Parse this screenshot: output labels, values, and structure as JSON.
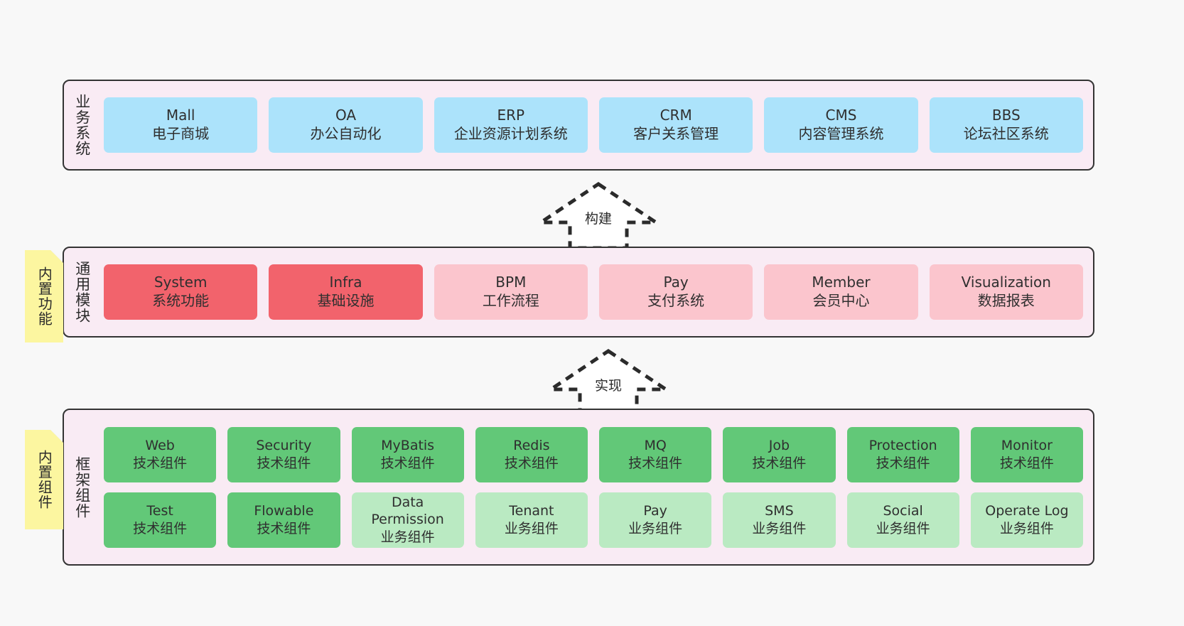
{
  "diagram": {
    "title_hidden": "",
    "palette": {
      "band_bg": "#f9ebf4",
      "band_border": "#333333",
      "business_cell": "#ace3fb",
      "module_primary": "#f2636c",
      "module_secondary": "#fbc5cd",
      "component_tech": "#62c878",
      "component_business": "#baeac2",
      "tab_bg": "#fcf6a0",
      "tab_fold": "#c9c9c9",
      "page_bg": "#f8f8f8"
    }
  },
  "tabs": [
    {
      "name": "builtin-function",
      "label": "内置功能"
    },
    {
      "name": "builtin-component",
      "label": "内置组件"
    }
  ],
  "arrows": [
    {
      "name": "build-arrow",
      "label": "构建",
      "direction": "up",
      "style": "dashed-hollow-block"
    },
    {
      "name": "implement-arrow",
      "label": "实现",
      "direction": "up",
      "style": "dashed-hollow-block"
    }
  ],
  "bands": {
    "business": {
      "title": "业务系统",
      "cells": [
        {
          "en": "Mall",
          "cn": "电子商城",
          "color": "#ace3fb"
        },
        {
          "en": "OA",
          "cn": "办公自动化",
          "color": "#ace3fb"
        },
        {
          "en": "ERP",
          "cn": "企业资源计划系统",
          "color": "#ace3fb"
        },
        {
          "en": "CRM",
          "cn": "客户关系管理",
          "color": "#ace3fb"
        },
        {
          "en": "CMS",
          "cn": "内容管理系统",
          "color": "#ace3fb"
        },
        {
          "en": "BBS",
          "cn": "论坛社区系统",
          "color": "#ace3fb"
        }
      ]
    },
    "modules": {
      "title": "通用模块",
      "cells": [
        {
          "en": "System",
          "cn": "系统功能",
          "color": "#f2636c"
        },
        {
          "en": "Infra",
          "cn": "基础设施",
          "color": "#f2636c"
        },
        {
          "en": "BPM",
          "cn": "工作流程",
          "color": "#fbc5cd"
        },
        {
          "en": "Pay",
          "cn": "支付系统",
          "color": "#fbc5cd"
        },
        {
          "en": "Member",
          "cn": "会员中心",
          "color": "#fbc5cd"
        },
        {
          "en": "Visualization",
          "cn": "数据报表",
          "color": "#fbc5cd"
        }
      ]
    },
    "framework": {
      "title": "框架组件",
      "rows": [
        [
          {
            "en": "Web",
            "cn": "技术组件",
            "color": "#62c878"
          },
          {
            "en": "Security",
            "cn": "技术组件",
            "color": "#62c878"
          },
          {
            "en": "MyBatis",
            "cn": "技术组件",
            "color": "#62c878"
          },
          {
            "en": "Redis",
            "cn": "技术组件",
            "color": "#62c878"
          },
          {
            "en": "MQ",
            "cn": "技术组件",
            "color": "#62c878"
          },
          {
            "en": "Job",
            "cn": "技术组件",
            "color": "#62c878"
          },
          {
            "en": "Protection",
            "cn": "技术组件",
            "color": "#62c878"
          },
          {
            "en": "Monitor",
            "cn": "技术组件",
            "color": "#62c878"
          }
        ],
        [
          {
            "en": "Test",
            "cn": "技术组件",
            "color": "#62c878"
          },
          {
            "en": "Flowable",
            "cn": "技术组件",
            "color": "#62c878"
          },
          {
            "en": "Data Permission",
            "cn": "业务组件",
            "color": "#baeac2"
          },
          {
            "en": "Tenant",
            "cn": "业务组件",
            "color": "#baeac2"
          },
          {
            "en": "Pay",
            "cn": "业务组件",
            "color": "#baeac2"
          },
          {
            "en": "SMS",
            "cn": "业务组件",
            "color": "#baeac2"
          },
          {
            "en": "Social",
            "cn": "业务组件",
            "color": "#baeac2"
          },
          {
            "en": "Operate Log",
            "cn": "业务组件",
            "color": "#baeac2"
          }
        ]
      ]
    }
  }
}
